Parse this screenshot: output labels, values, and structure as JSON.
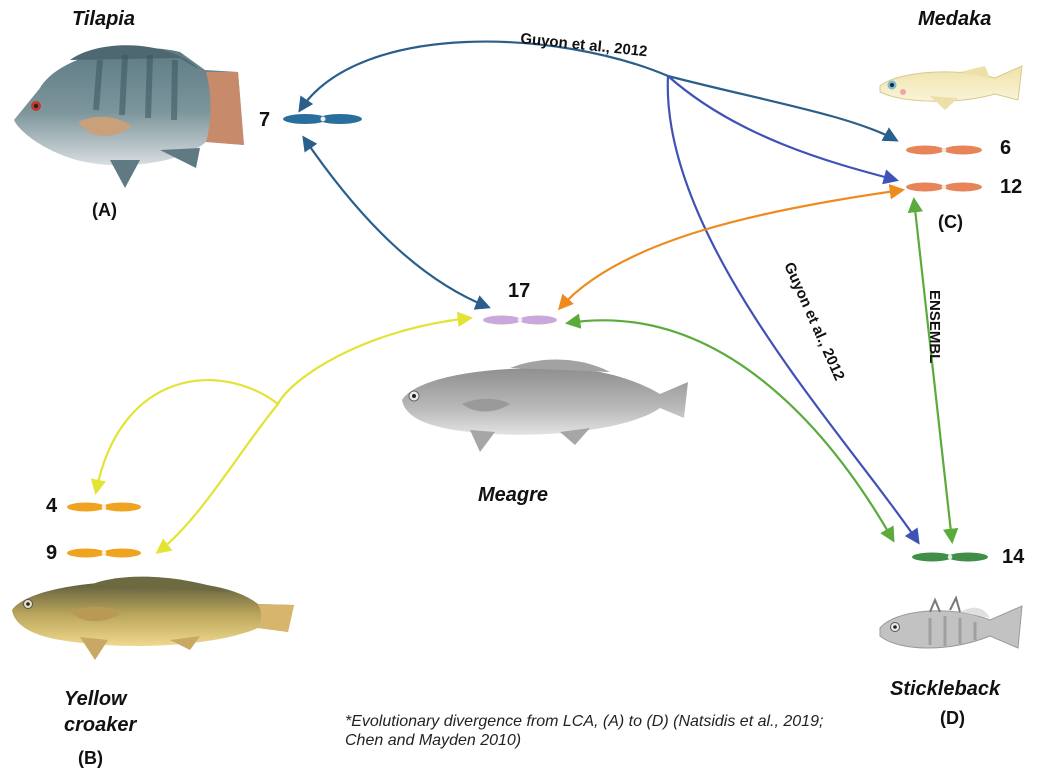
{
  "species": {
    "tilapia": {
      "name": "Tilapia",
      "panel": "(A)",
      "chromosomes": [
        "7"
      ]
    },
    "yellow_croaker": {
      "name": "Yellow croaker",
      "panel": "(B)",
      "chromosomes": [
        "4",
        "9"
      ]
    },
    "medaka": {
      "name": "Medaka",
      "panel": "(C)",
      "chromosomes": [
        "6",
        "12"
      ]
    },
    "stickleback": {
      "name": "Stickleback",
      "panel": "(D)",
      "chromosomes": [
        "14"
      ]
    },
    "meagre": {
      "name": "Meagre",
      "chromosomes": [
        "17"
      ]
    }
  },
  "links": {
    "guyon_top": "Guyon et al., 2012",
    "guyon_diag": "Guyon et al., 2012",
    "ensembl": "ENSEMBL"
  },
  "footnote": "*Evolutionary divergence from LCA, (A) to (D) (Natsidis et al., 2019; Chen and Mayden 2010)",
  "colors": {
    "tilapia_link": "#2a5f8c",
    "guyon_link": "#3f52b5",
    "medaka_link": "#ee8a1e",
    "stickleback_link": "#5aab3c",
    "croaker_link": "#eaea3a",
    "chr_tilapia": "#2a6e9e",
    "chr_medaka": "#e8845a",
    "chr_croaker": "#f0a31e",
    "chr_stickleback": "#3f8f48",
    "chr_meagre": "#c9a8dc"
  }
}
